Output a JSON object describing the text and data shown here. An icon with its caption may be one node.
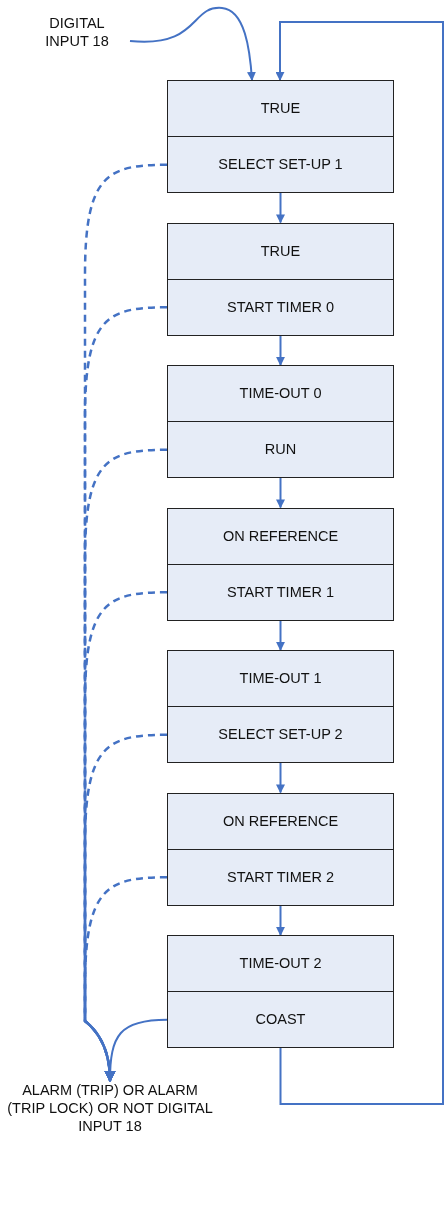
{
  "diagram": {
    "nodes": [
      {
        "text": [
          "DIGITAL INPUT 18"
        ]
      },
      {
        "text": [
          "TRUE",
          "SELECT SET-UP 1"
        ]
      },
      {
        "text": [
          "TRUE",
          "START TIMER 0"
        ]
      },
      {
        "text": [
          "TIME-OUT 0",
          "RUN"
        ]
      },
      {
        "text": [
          "ON REFERENCE",
          "START TIMER 1"
        ]
      },
      {
        "text": [
          "TIME-OUT 1",
          "SELECT SET-UP 2"
        ]
      },
      {
        "text": [
          "ON REFERENCE",
          "START TIMER 2"
        ]
      },
      {
        "text": [
          "TIME-OUT 2",
          "COAST"
        ]
      },
      {
        "text": [
          "ALARM (TRIP) OR ALARM (TRIP LOCK) OR NOT DIGITAL INPUT 18"
        ]
      }
    ],
    "edges": [
      {
        "from": 0,
        "to": 1,
        "arrow": "to"
      },
      {
        "from": 1,
        "to": 2,
        "arrow": "to"
      },
      {
        "from": 2,
        "to": 3,
        "arrow": "to"
      },
      {
        "from": 3,
        "to": 4,
        "arrow": "to"
      },
      {
        "from": 4,
        "to": 5,
        "arrow": "to"
      },
      {
        "from": 5,
        "to": 6,
        "arrow": "to"
      },
      {
        "from": 6,
        "to": 7,
        "arrow": "to"
      },
      {
        "from": 7,
        "to": 1,
        "arrow": "to"
      },
      {
        "from": 1,
        "to": 8,
        "arrow": "to",
        "style": "dashed"
      },
      {
        "from": 2,
        "to": 8,
        "arrow": "to",
        "style": "dashed"
      },
      {
        "from": 3,
        "to": 8,
        "arrow": "to",
        "style": "dashed"
      },
      {
        "from": 4,
        "to": 8,
        "arrow": "to",
        "style": "dashed"
      },
      {
        "from": 5,
        "to": 8,
        "arrow": "to",
        "style": "dashed"
      },
      {
        "from": 6,
        "to": 8,
        "arrow": "to",
        "style": "dashed"
      },
      {
        "from": 7,
        "to": 8,
        "arrow": "to"
      }
    ]
  }
}
